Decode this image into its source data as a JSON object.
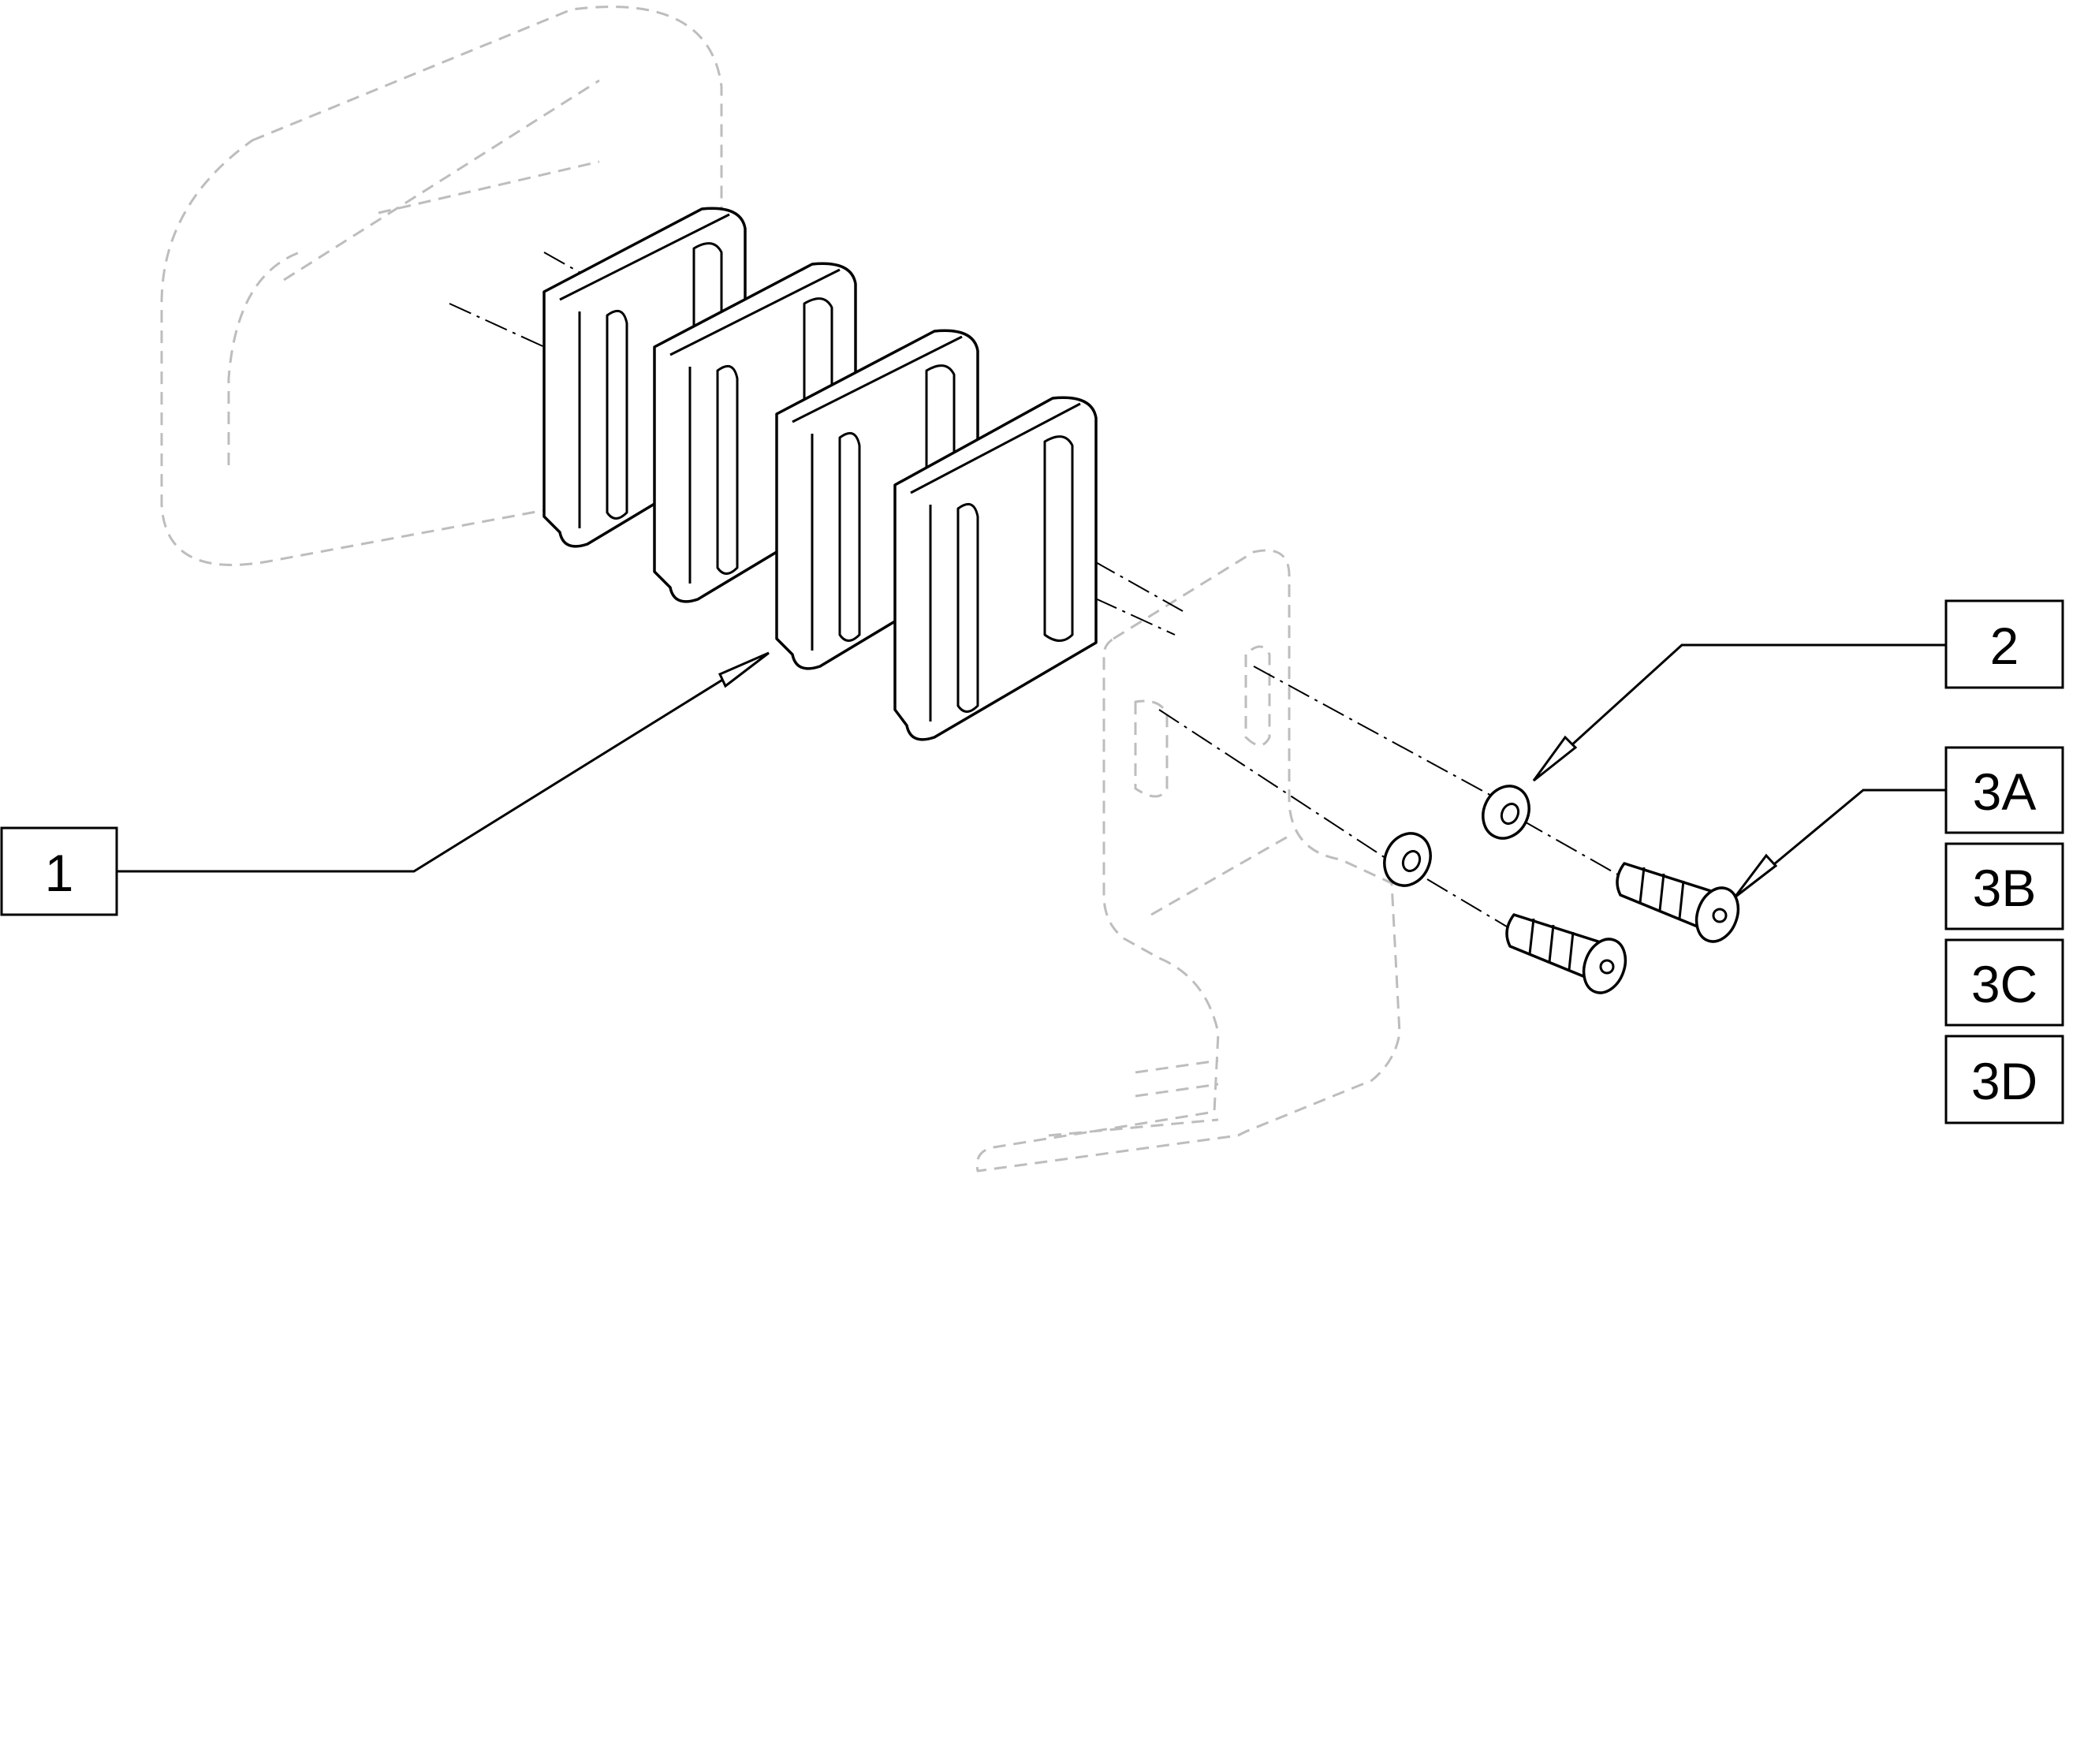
{
  "callouts": {
    "item_1": "1",
    "item_2": "2",
    "item_3a": "3A",
    "item_3b": "3B",
    "item_3c": "3C",
    "item_3d": "3D"
  }
}
